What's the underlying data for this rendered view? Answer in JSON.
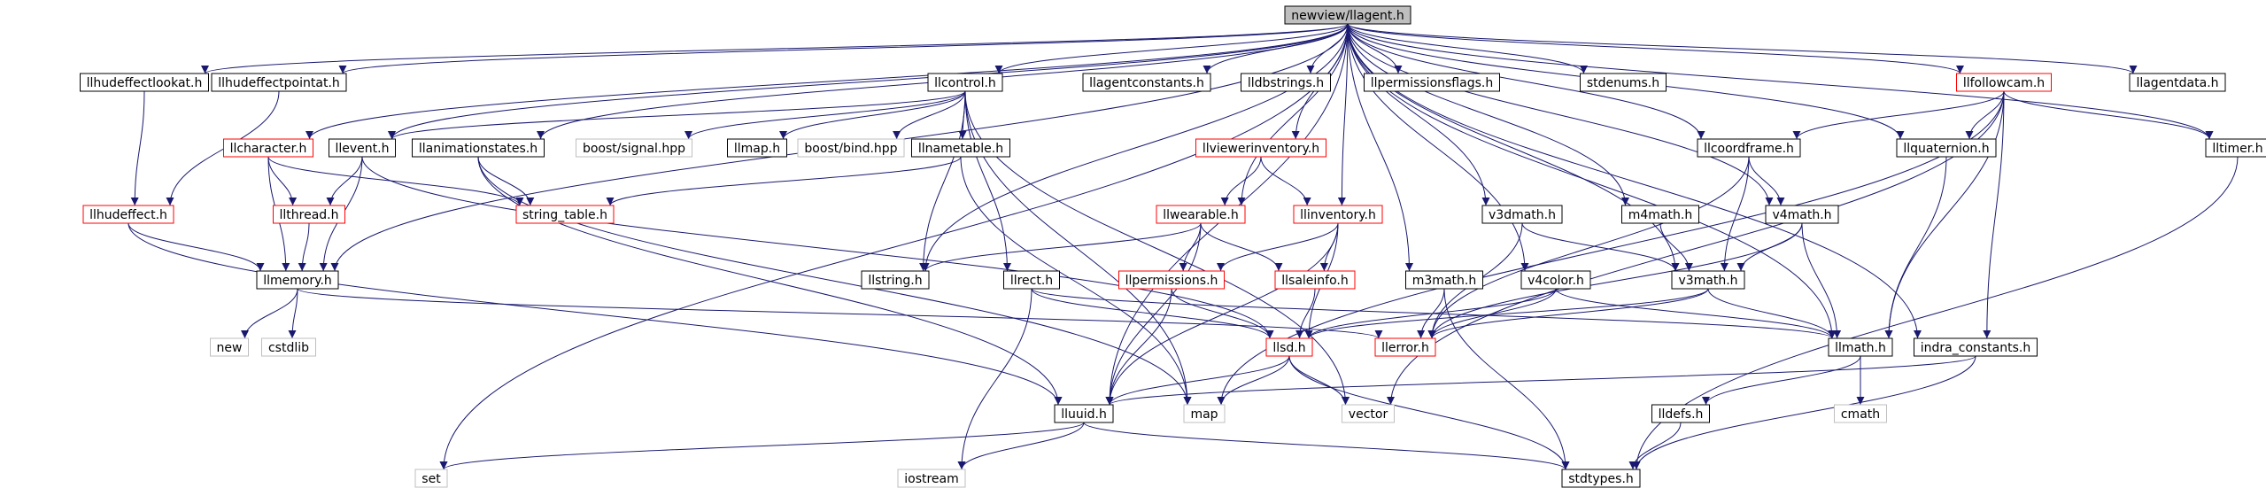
{
  "diagram": {
    "title": "newview/llagent.h",
    "colors": {
      "edge": "#191970",
      "root_fill": "#bfbfbf",
      "normal_border": "#000000",
      "red_border": "#ff0000",
      "external_border": "#bfbfbf",
      "external_text": "#808080",
      "text": "#000000"
    },
    "nodes": [
      {
        "id": "root",
        "label": "newview/llagent.h",
        "kind": "root"
      },
      {
        "id": "llhudeffectlookat",
        "label": "llhudeffectlookat.h",
        "kind": "normal"
      },
      {
        "id": "llhudeffectpointat",
        "label": "llhudeffectpointat.h",
        "kind": "normal"
      },
      {
        "id": "llcontrol",
        "label": "llcontrol.h",
        "kind": "normal"
      },
      {
        "id": "llagentconstants",
        "label": "llagentconstants.h",
        "kind": "normal"
      },
      {
        "id": "lldbstrings",
        "label": "lldbstrings.h",
        "kind": "normal"
      },
      {
        "id": "llpermissionsflags",
        "label": "llpermissionsflags.h",
        "kind": "normal"
      },
      {
        "id": "stdenums",
        "label": "stdenums.h",
        "kind": "normal"
      },
      {
        "id": "llfollowcam",
        "label": "llfollowcam.h",
        "kind": "red"
      },
      {
        "id": "llagentdata",
        "label": "llagentdata.h",
        "kind": "normal"
      },
      {
        "id": "llcharacter",
        "label": "llcharacter.h",
        "kind": "red"
      },
      {
        "id": "llevent",
        "label": "llevent.h",
        "kind": "normal"
      },
      {
        "id": "llanimationstates",
        "label": "llanimationstates.h",
        "kind": "normal"
      },
      {
        "id": "boost_signal",
        "label": "boost/signal.hpp",
        "kind": "external"
      },
      {
        "id": "llmap",
        "label": "llmap.h",
        "kind": "normal"
      },
      {
        "id": "boost_bind",
        "label": "boost/bind.hpp",
        "kind": "external"
      },
      {
        "id": "llnametable",
        "label": "llnametable.h",
        "kind": "normal"
      },
      {
        "id": "llviewerinventory",
        "label": "llviewerinventory.h",
        "kind": "red"
      },
      {
        "id": "llcoordframe",
        "label": "llcoordframe.h",
        "kind": "normal"
      },
      {
        "id": "llquaternion",
        "label": "llquaternion.h",
        "kind": "normal"
      },
      {
        "id": "lltimer",
        "label": "lltimer.h",
        "kind": "normal"
      },
      {
        "id": "llhudeffect",
        "label": "llhudeffect.h",
        "kind": "red"
      },
      {
        "id": "llthread",
        "label": "llthread.h",
        "kind": "red"
      },
      {
        "id": "string_table",
        "label": "string_table.h",
        "kind": "red"
      },
      {
        "id": "llwearable",
        "label": "llwearable.h",
        "kind": "red"
      },
      {
        "id": "llinventory",
        "label": "llinventory.h",
        "kind": "red"
      },
      {
        "id": "v3dmath",
        "label": "v3dmath.h",
        "kind": "normal"
      },
      {
        "id": "m4math",
        "label": "m4math.h",
        "kind": "normal"
      },
      {
        "id": "v4math",
        "label": "v4math.h",
        "kind": "normal"
      },
      {
        "id": "llmemory",
        "label": "llmemory.h",
        "kind": "normal"
      },
      {
        "id": "llstring",
        "label": "llstring.h",
        "kind": "normal"
      },
      {
        "id": "llrect",
        "label": "llrect.h",
        "kind": "normal"
      },
      {
        "id": "llpermissions",
        "label": "llpermissions.h",
        "kind": "red"
      },
      {
        "id": "llsaleinfo",
        "label": "llsaleinfo.h",
        "kind": "red"
      },
      {
        "id": "m3math",
        "label": "m3math.h",
        "kind": "normal"
      },
      {
        "id": "v4color",
        "label": "v4color.h",
        "kind": "normal"
      },
      {
        "id": "v3math",
        "label": "v3math.h",
        "kind": "normal"
      },
      {
        "id": "new",
        "label": "new",
        "kind": "external"
      },
      {
        "id": "cstdlib",
        "label": "cstdlib",
        "kind": "external"
      },
      {
        "id": "llsd",
        "label": "llsd.h",
        "kind": "red"
      },
      {
        "id": "llerror",
        "label": "llerror.h",
        "kind": "red"
      },
      {
        "id": "llmath",
        "label": "llmath.h",
        "kind": "normal"
      },
      {
        "id": "indra_constants",
        "label": "indra_constants.h",
        "kind": "normal"
      },
      {
        "id": "lluuid",
        "label": "lluuid.h",
        "kind": "normal"
      },
      {
        "id": "map",
        "label": "map",
        "kind": "external"
      },
      {
        "id": "vector",
        "label": "vector",
        "kind": "external"
      },
      {
        "id": "cmath",
        "label": "cmath",
        "kind": "external"
      },
      {
        "id": "lldefs",
        "label": "lldefs.h",
        "kind": "normal"
      },
      {
        "id": "set",
        "label": "set",
        "kind": "external"
      },
      {
        "id": "iostream",
        "label": "iostream",
        "kind": "external"
      },
      {
        "id": "stdtypes",
        "label": "stdtypes.h",
        "kind": "normal"
      }
    ],
    "edges": [
      [
        "root",
        "llhudeffectlookat"
      ],
      [
        "root",
        "llhudeffectpointat"
      ],
      [
        "root",
        "llcontrol"
      ],
      [
        "root",
        "llagentconstants"
      ],
      [
        "root",
        "lldbstrings"
      ],
      [
        "root",
        "llpermissionsflags"
      ],
      [
        "root",
        "stdenums"
      ],
      [
        "root",
        "llfollowcam"
      ],
      [
        "root",
        "llagentdata"
      ],
      [
        "root",
        "llcharacter"
      ],
      [
        "root",
        "llevent"
      ],
      [
        "root",
        "llanimationstates"
      ],
      [
        "root",
        "llviewerinventory"
      ],
      [
        "root",
        "llcoordframe"
      ],
      [
        "root",
        "llquaternion"
      ],
      [
        "root",
        "lltimer"
      ],
      [
        "root",
        "llwearable"
      ],
      [
        "root",
        "llinventory"
      ],
      [
        "root",
        "v3dmath"
      ],
      [
        "root",
        "m4math"
      ],
      [
        "root",
        "v4math"
      ],
      [
        "root",
        "llmemory"
      ],
      [
        "root",
        "llstring"
      ],
      [
        "root",
        "m3math"
      ],
      [
        "root",
        "v4color"
      ],
      [
        "root",
        "v3math"
      ],
      [
        "root",
        "llmath"
      ],
      [
        "root",
        "indra_constants"
      ],
      [
        "root",
        "lluuid"
      ],
      [
        "root",
        "set"
      ],
      [
        "llhudeffectlookat",
        "llhudeffect"
      ],
      [
        "llhudeffectpointat",
        "llhudeffect"
      ],
      [
        "llcontrol",
        "boost_signal"
      ],
      [
        "llcontrol",
        "llmap"
      ],
      [
        "llcontrol",
        "boost_bind"
      ],
      [
        "llcontrol",
        "llnametable"
      ],
      [
        "llcontrol",
        "llevent"
      ],
      [
        "llcontrol",
        "llstring"
      ],
      [
        "llcontrol",
        "llrect"
      ],
      [
        "llcontrol",
        "map"
      ],
      [
        "llcontrol",
        "vector"
      ],
      [
        "llfollowcam",
        "llcoordframe"
      ],
      [
        "llfollowcam",
        "llquaternion"
      ],
      [
        "llfollowcam",
        "lltimer"
      ],
      [
        "llfollowcam",
        "llmath"
      ],
      [
        "llfollowcam",
        "indra_constants"
      ],
      [
        "llfollowcam",
        "vector"
      ],
      [
        "llfollowcam",
        "map"
      ],
      [
        "llcharacter",
        "llthread"
      ],
      [
        "llcharacter",
        "llmemory"
      ],
      [
        "llcharacter",
        "string_table"
      ],
      [
        "llevent",
        "llthread"
      ],
      [
        "llevent",
        "llmemory"
      ],
      [
        "llevent",
        "llsd"
      ],
      [
        "llanimationstates",
        "string_table"
      ],
      [
        "llanimationstates",
        "lluuid"
      ],
      [
        "llanimationstates",
        "map"
      ],
      [
        "llnametable",
        "string_table"
      ],
      [
        "llnametable",
        "map"
      ],
      [
        "llviewerinventory",
        "llwearable"
      ],
      [
        "llviewerinventory",
        "llinventory"
      ],
      [
        "llcoordframe",
        "v3math"
      ],
      [
        "llcoordframe",
        "v4math"
      ],
      [
        "llcoordframe",
        "llerror"
      ],
      [
        "llquaternion",
        "llmath"
      ],
      [
        "lltimer",
        "stdtypes"
      ],
      [
        "llhudeffect",
        "llmemory"
      ],
      [
        "llhudeffect",
        "lluuid"
      ],
      [
        "llthread",
        "llmemory"
      ],
      [
        "llwearable",
        "llstring"
      ],
      [
        "llwearable",
        "llpermissions"
      ],
      [
        "llwearable",
        "llsaleinfo"
      ],
      [
        "llwearable",
        "lluuid"
      ],
      [
        "llinventory",
        "llpermissions"
      ],
      [
        "llinventory",
        "llsaleinfo"
      ],
      [
        "llinventory",
        "llsd"
      ],
      [
        "llinventory",
        "lluuid"
      ],
      [
        "v3dmath",
        "v3math"
      ],
      [
        "v3dmath",
        "llerror"
      ],
      [
        "m4math",
        "v3math"
      ],
      [
        "v4math",
        "v3math"
      ],
      [
        "v4math",
        "llerror"
      ],
      [
        "v4math",
        "llmath"
      ],
      [
        "llmemory",
        "new"
      ],
      [
        "llmemory",
        "cstdlib"
      ],
      [
        "llmemory",
        "llerror"
      ],
      [
        "llrect",
        "llsd"
      ],
      [
        "llrect",
        "llmath"
      ],
      [
        "llrect",
        "iostream"
      ],
      [
        "llpermissions",
        "llsd"
      ],
      [
        "llpermissions",
        "lluuid"
      ],
      [
        "llsaleinfo",
        "llsd"
      ],
      [
        "m3math",
        "llerror"
      ],
      [
        "m3math",
        "stdtypes"
      ],
      [
        "v4color",
        "llerror"
      ],
      [
        "v4color",
        "llmath"
      ],
      [
        "v4color",
        "llsd"
      ],
      [
        "v3math",
        "llerror"
      ],
      [
        "v3math",
        "llmath"
      ],
      [
        "v3math",
        "llsd"
      ],
      [
        "llsd",
        "lluuid"
      ],
      [
        "llsd",
        "map"
      ],
      [
        "llsd",
        "vector"
      ],
      [
        "llsd",
        "stdtypes"
      ],
      [
        "llmath",
        "cmath"
      ],
      [
        "llmath",
        "lldefs"
      ],
      [
        "indra_constants",
        "lluuid"
      ],
      [
        "indra_constants",
        "stdtypes"
      ],
      [
        "lluuid",
        "set"
      ],
      [
        "lluuid",
        "iostream"
      ],
      [
        "lluuid",
        "stdtypes"
      ],
      [
        "lldefs",
        "stdtypes"
      ]
    ]
  }
}
